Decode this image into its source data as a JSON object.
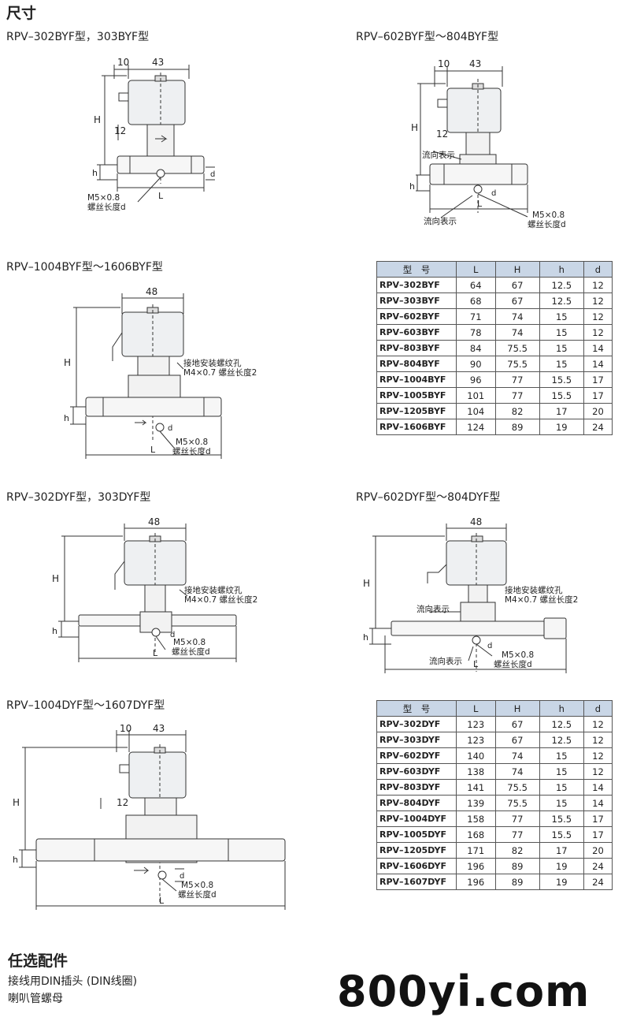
{
  "header": {
    "title": "尺寸"
  },
  "drawings": [
    {
      "id": "byf302",
      "title": "RPV–302BYF型，303BYF型",
      "dims": [
        "10",
        "43",
        "H",
        "12",
        "h",
        "L",
        "d",
        "M5×0.8",
        "螺丝长度d"
      ]
    },
    {
      "id": "byf602",
      "title": "RPV–602BYF型～804BYF型",
      "dims": [
        "10",
        "43",
        "H",
        "12",
        "h",
        "L",
        "d",
        "流向表示",
        "流向表示",
        "M5×0.8",
        "螺丝长度d"
      ]
    },
    {
      "id": "byf1004",
      "title": "RPV–1004BYF型～1606BYF型",
      "dims": [
        "48",
        "H",
        "h",
        "L",
        "d",
        "接地安装螺纹孔",
        "M4×0.7 螺丝长度2",
        "M5×0.8",
        "螺丝长度d"
      ]
    },
    {
      "id": "dyf302",
      "title": "RPV–302DYF型，303DYF型",
      "dims": [
        "48",
        "H",
        "h",
        "L",
        "d",
        "接地安装螺纹孔",
        "M4×0.7 螺丝长度2",
        "M5×0.8",
        "螺丝长度d"
      ]
    },
    {
      "id": "dyf602",
      "title": "RPV–602DYF型～804DYF型",
      "dims": [
        "48",
        "H",
        "h",
        "L",
        "d",
        "接地安装螺纹孔",
        "M4×0.7 螺丝长度2",
        "流向表示",
        "流向表示",
        "M5×0.8",
        "螺丝长度d"
      ]
    },
    {
      "id": "dyf1004",
      "title": "RPV–1004DYF型～1607DYF型",
      "dims": [
        "10",
        "43",
        "H",
        "12",
        "h",
        "L",
        "d",
        "M5×0.8",
        "螺丝长度d"
      ]
    }
  ],
  "table_byf": {
    "headers": [
      "型　号",
      "L",
      "H",
      "h",
      "d"
    ],
    "rows": [
      [
        "RPV–302BYF",
        "64",
        "67",
        "12.5",
        "12"
      ],
      [
        "RPV–303BYF",
        "68",
        "67",
        "12.5",
        "12"
      ],
      [
        "RPV–602BYF",
        "71",
        "74",
        "15",
        "12"
      ],
      [
        "RPV–603BYF",
        "78",
        "74",
        "15",
        "12"
      ],
      [
        "RPV–803BYF",
        "84",
        "75.5",
        "15",
        "14"
      ],
      [
        "RPV–804BYF",
        "90",
        "75.5",
        "15",
        "14"
      ],
      [
        "RPV–1004BYF",
        "96",
        "77",
        "15.5",
        "17"
      ],
      [
        "RPV–1005BYF",
        "101",
        "77",
        "15.5",
        "17"
      ],
      [
        "RPV–1205BYF",
        "104",
        "82",
        "17",
        "20"
      ],
      [
        "RPV–1606BYF",
        "124",
        "89",
        "19",
        "24"
      ]
    ]
  },
  "table_dyf": {
    "headers": [
      "型　号",
      "L",
      "H",
      "h",
      "d"
    ],
    "rows": [
      [
        "RPV–302DYF",
        "123",
        "67",
        "12.5",
        "12"
      ],
      [
        "RPV–303DYF",
        "123",
        "67",
        "12.5",
        "12"
      ],
      [
        "RPV–602DYF",
        "140",
        "74",
        "15",
        "12"
      ],
      [
        "RPV–603DYF",
        "138",
        "74",
        "15",
        "12"
      ],
      [
        "RPV–803DYF",
        "141",
        "75.5",
        "15",
        "14"
      ],
      [
        "RPV–804DYF",
        "139",
        "75.5",
        "15",
        "14"
      ],
      [
        "RPV–1004DYF",
        "158",
        "77",
        "15.5",
        "17"
      ],
      [
        "RPV–1005DYF",
        "168",
        "77",
        "15.5",
        "17"
      ],
      [
        "RPV–1205DYF",
        "171",
        "82",
        "17",
        "20"
      ],
      [
        "RPV–1606DYF",
        "196",
        "89",
        "19",
        "24"
      ],
      [
        "RPV–1607DYF",
        "196",
        "89",
        "19",
        "24"
      ]
    ]
  },
  "options": {
    "title": "任选配件",
    "items": [
      "接线用DIN插头 (DIN线圈)",
      "喇叭管螺母"
    ]
  },
  "watermark": "800yi.com"
}
